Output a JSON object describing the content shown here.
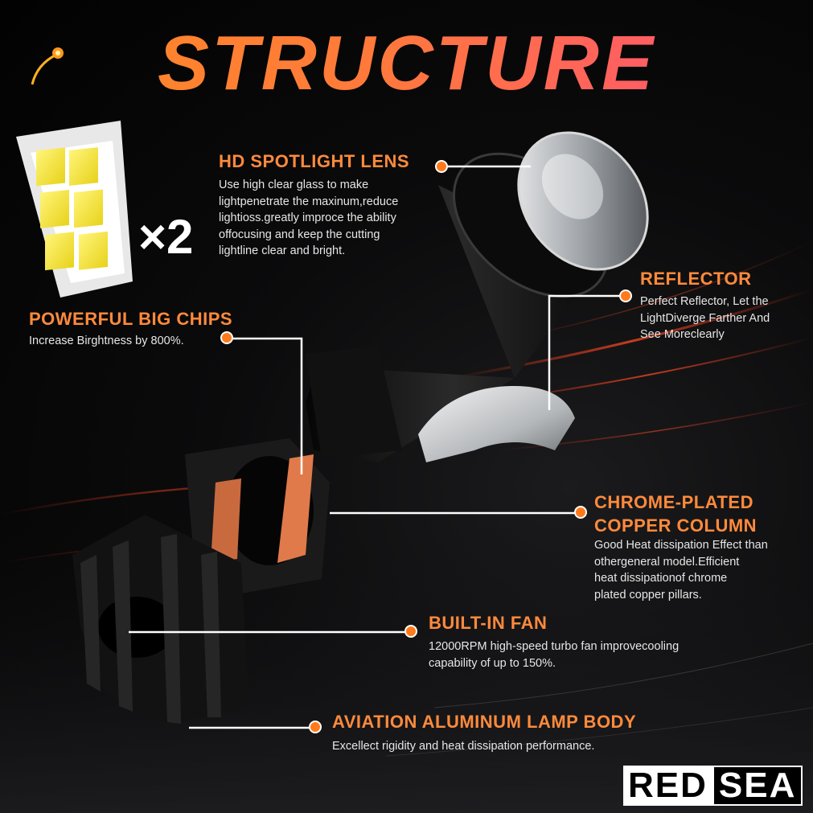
{
  "title": "STRUCTURE",
  "chips": {
    "multiplier": "×2"
  },
  "labels": {
    "lens": {
      "heading": "HD SPOTLIGHT LENS",
      "lines": [
        "Use high clear glass to make",
        "lightpenetrate the maxinum,reduce",
        "lightioss.greatly improce the ability",
        "offocusing and keep the cutting",
        "lightline clear and bright."
      ]
    },
    "reflector": {
      "heading": "REFLECTOR",
      "lines": [
        "Perfect Reflector, Let the",
        "LightDiverge Farther And",
        "See Moreclearly"
      ]
    },
    "chips": {
      "heading": "POWERFUL BIG CHIPS",
      "lines": [
        "Increase Birghtness by 800%."
      ]
    },
    "copper": {
      "heading1": "CHROME-PLATED",
      "heading2": "COPPER COLUMN",
      "lines": [
        "Good Heat dissipation Effect than",
        "othergeneral model.Efficient",
        "heat dissipationof chrome",
        "plated copper pillars."
      ]
    },
    "fan": {
      "heading": "BUILT-IN FAN",
      "lines": [
        "12000RPM high-speed turbo fan improvecooling",
        "capability of up to 150%."
      ]
    },
    "body": {
      "heading": "AVIATION ALUMINUM LAMP BODY",
      "lines": [
        "Excellect rigidity and heat dissipation performance."
      ]
    }
  },
  "brand": {
    "part1": "RED",
    "part2": "SEA"
  },
  "colors": {
    "accent": "#ff7a1a",
    "heading": "#ff8a3c",
    "text": "#e6e6e6"
  }
}
